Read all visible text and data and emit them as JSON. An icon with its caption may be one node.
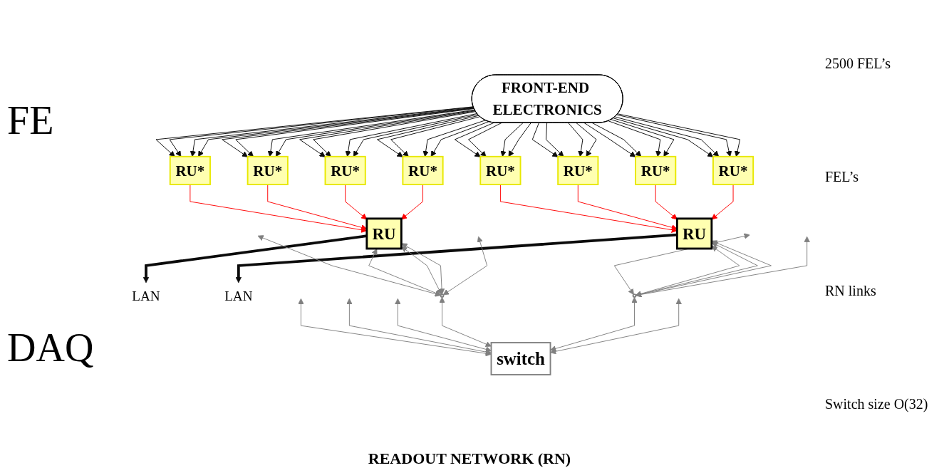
{
  "diagram": {
    "nodes": [
      {
        "text": [
          "FRONT-END ELECTRONICS"
        ]
      },
      {
        "text": [
          "RU*"
        ]
      },
      {
        "text": [
          "RU*"
        ]
      },
      {
        "text": [
          "RU*"
        ]
      },
      {
        "text": [
          "RU*"
        ]
      },
      {
        "text": [
          "RU*"
        ]
      },
      {
        "text": [
          "RU*"
        ]
      },
      {
        "text": [
          "RU*"
        ]
      },
      {
        "text": [
          "RU*"
        ]
      },
      {
        "text": [
          "RU"
        ]
      },
      {
        "text": [
          "LAN"
        ]
      },
      {
        "text": [
          "RU"
        ]
      },
      {
        "text": [
          "LAN"
        ]
      },
      {
        "text": [],
        "shape": "ellipse"
      },
      {
        "text": [],
        "shape": "ellipse"
      },
      {
        "text": [
          "switch"
        ]
      }
    ],
    "edges": [
      {
        "from": 0,
        "to": 1,
        "arrow": "to"
      },
      {
        "from": 0,
        "to": 1,
        "arrow": "to"
      },
      {
        "from": 0,
        "to": 1,
        "arrow": "to"
      },
      {
        "from": 0,
        "to": 1,
        "arrow": "to"
      },
      {
        "from": 0,
        "to": 2,
        "arrow": "to"
      },
      {
        "from": 0,
        "to": 2,
        "arrow": "to"
      },
      {
        "from": 0,
        "to": 2,
        "arrow": "to"
      },
      {
        "from": 0,
        "to": 2,
        "arrow": "to"
      },
      {
        "from": 0,
        "to": 3,
        "arrow": "to"
      },
      {
        "from": 0,
        "to": 3,
        "arrow": "to"
      },
      {
        "from": 0,
        "to": 3,
        "arrow": "to"
      },
      {
        "from": 0,
        "to": 3,
        "arrow": "to"
      },
      {
        "from": 0,
        "to": 4,
        "arrow": "to"
      },
      {
        "from": 0,
        "to": 4,
        "arrow": "to"
      },
      {
        "from": 0,
        "to": 4,
        "arrow": "to"
      },
      {
        "from": 0,
        "to": 4,
        "arrow": "to"
      },
      {
        "from": 0,
        "to": 5,
        "arrow": "to"
      },
      {
        "from": 0,
        "to": 5,
        "arrow": "to"
      },
      {
        "from": 0,
        "to": 5,
        "arrow": "to"
      },
      {
        "from": 0,
        "to": 5,
        "arrow": "to"
      },
      {
        "from": 0,
        "to": 6,
        "arrow": "to"
      },
      {
        "from": 0,
        "to": 6,
        "arrow": "to"
      },
      {
        "from": 0,
        "to": 6,
        "arrow": "to"
      },
      {
        "from": 0,
        "to": 6,
        "arrow": "to"
      },
      {
        "from": 0,
        "to": 7,
        "arrow": "to"
      },
      {
        "from": 0,
        "to": 7,
        "arrow": "to"
      },
      {
        "from": 0,
        "to": 7,
        "arrow": "to"
      },
      {
        "from": 0,
        "to": 7,
        "arrow": "to"
      },
      {
        "from": 0,
        "to": 8,
        "arrow": "to"
      },
      {
        "from": 0,
        "to": 8,
        "arrow": "to"
      },
      {
        "from": 0,
        "to": 8,
        "arrow": "to"
      },
      {
        "from": 0,
        "to": 8,
        "arrow": "to"
      },
      {
        "from": 1,
        "to": 9,
        "arrow": "to",
        "color": "#ff0000"
      },
      {
        "from": 2,
        "to": 9,
        "arrow": "to",
        "color": "#ff0000"
      },
      {
        "from": 3,
        "to": 9,
        "arrow": "to",
        "color": "#ff0000"
      },
      {
        "from": 4,
        "to": 9,
        "arrow": "to",
        "color": "#ff0000"
      },
      {
        "from": 5,
        "to": 11,
        "arrow": "to",
        "color": "#ff0000"
      },
      {
        "from": 6,
        "to": 11,
        "arrow": "to",
        "color": "#ff0000"
      },
      {
        "from": 7,
        "to": 11,
        "arrow": "to",
        "color": "#ff0000"
      },
      {
        "from": 8,
        "to": 11,
        "arrow": "to",
        "color": "#ff0000"
      },
      {
        "from": 9,
        "to": 10,
        "arrow": "to",
        "style": "thick"
      },
      {
        "from": 11,
        "to": 12,
        "arrow": "to",
        "style": "thick"
      },
      {
        "from": null,
        "to": 13,
        "arrow": "both",
        "color": "#808080"
      },
      {
        "from": 9,
        "to": 13,
        "arrow": "both",
        "color": "#808080"
      },
      {
        "from": 9,
        "to": 13,
        "arrow": "both",
        "color": "#808080"
      },
      {
        "from": 9,
        "to": 13,
        "arrow": "both",
        "color": "#808080"
      },
      {
        "from": null,
        "to": 13,
        "arrow": "both",
        "color": "#808080"
      },
      {
        "from": null,
        "to": 14,
        "arrow": "both",
        "color": "#808080"
      },
      {
        "from": 11,
        "to": 14,
        "arrow": "both",
        "color": "#808080"
      },
      {
        "from": 11,
        "to": 14,
        "arrow": "both",
        "color": "#808080"
      },
      {
        "from": 11,
        "to": 14,
        "arrow": "both",
        "color": "#808080"
      },
      {
        "from": null,
        "to": 14,
        "arrow": "both",
        "color": "#808080"
      },
      {
        "from": null,
        "to": 15,
        "arrow": "both",
        "color": "#808080"
      },
      {
        "from": null,
        "to": 15,
        "arrow": "both",
        "color": "#808080"
      },
      {
        "from": null,
        "to": 15,
        "arrow": "both",
        "color": "#808080"
      },
      {
        "from": 13,
        "to": 15,
        "arrow": "both",
        "color": "#808080"
      },
      {
        "from": 14,
        "to": 15,
        "arrow": "both",
        "color": "#808080"
      },
      {
        "from": null,
        "to": 15,
        "arrow": "both",
        "color": "#808080"
      }
    ],
    "labels": [
      "FE",
      "2500 FEL’s",
      "FEL’s",
      "DAQ",
      "RN links",
      "READOUT NETWORK (RN)",
      "Switch size O(32)"
    ]
  }
}
